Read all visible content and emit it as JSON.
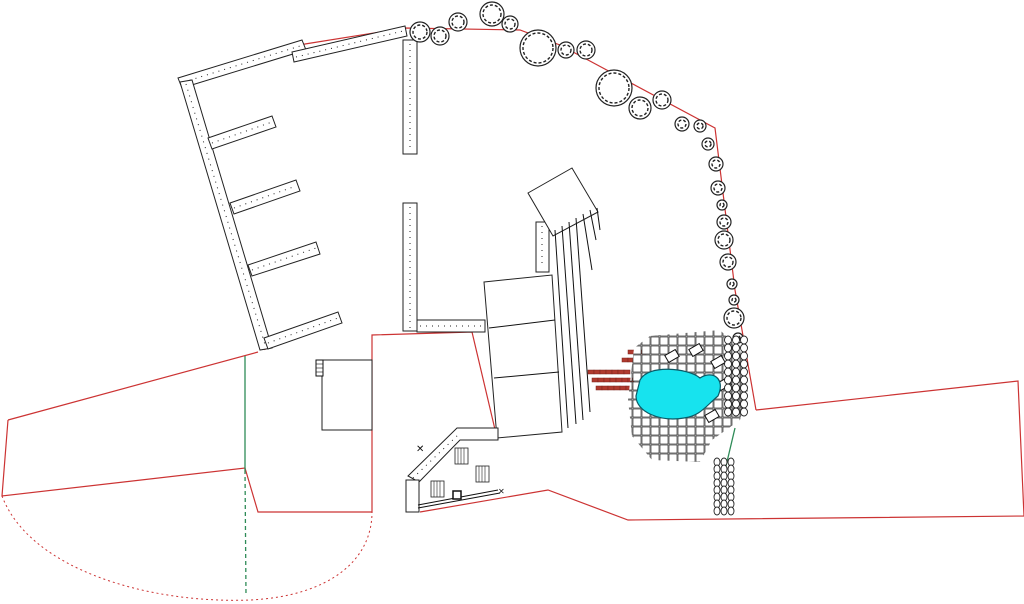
{
  "plan": {
    "colors": {
      "boundary": "#cc3333",
      "pool_water": "#17e3ee",
      "hedge_line": "#2e8b57",
      "structure": "#222222",
      "brick_path": "#b03a2e",
      "background": "#ffffff"
    },
    "elements": [
      "property-boundary",
      "north-garden-wall",
      "west-garden-wall",
      "pergola-beams",
      "central-wall",
      "shed",
      "terrace-slabs",
      "pool",
      "pool-paving",
      "brick-steps",
      "hedge-and-trees",
      "outbuilding",
      "patio-furniture"
    ],
    "icons": [
      "tree-icon",
      "shrub-icon",
      "chair-icon",
      "planter-icon"
    ]
  }
}
